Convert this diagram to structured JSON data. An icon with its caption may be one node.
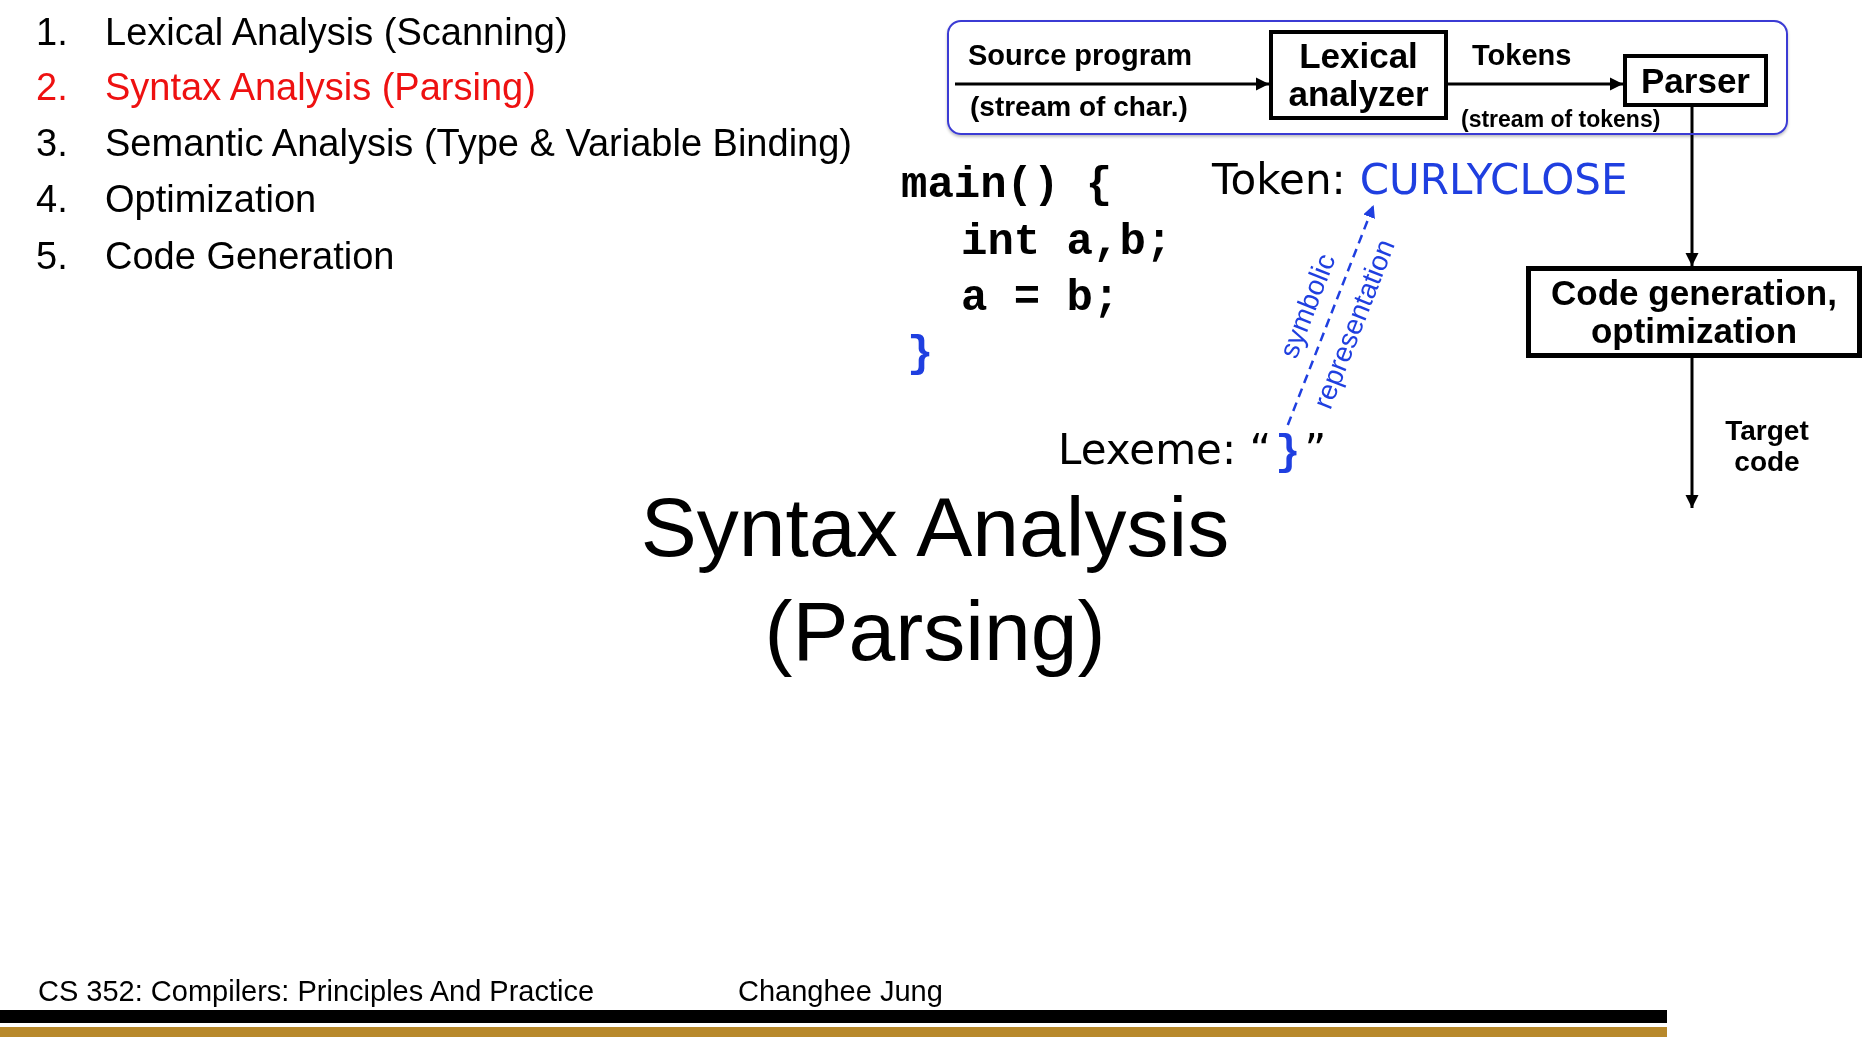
{
  "diagram": {
    "title": "Syntax Analysis (Parsing)",
    "nodes": [
      {
        "text": [],
        "shape": "box"
      },
      {
        "text": [
          "Lexical analyzer"
        ],
        "in": 0
      },
      {
        "text": [
          "Parser"
        ],
        "in": 0
      },
      {
        "text": [
          "Token:",
          "CURLYCLOSE"
        ]
      },
      {
        "text": [
          "Code generation, optimization"
        ]
      },
      {
        "text": [
          "Lexeme: “",
          "}",
          "”"
        ]
      }
    ],
    "edges": [
      {
        "from": null,
        "to": 1,
        "arrow": "to",
        "label": "Source program"
      },
      {
        "from": 1,
        "to": 2,
        "arrow": "to",
        "label": "Tokens"
      },
      {
        "from": 2,
        "to": 4,
        "arrow": "to"
      },
      {
        "from": 4,
        "to": null,
        "arrow": "to",
        "label": "Target code"
      },
      {
        "from": 5,
        "to": 3,
        "arrow": "to",
        "label": "symbolic representation",
        "style": "dashed",
        "color": "#1f3fe0"
      }
    ],
    "labels": [
      "1.",
      "Lexical Analysis (Scanning)",
      "2.",
      "Syntax Analysis (Parsing)",
      "3.",
      "Semantic Analysis (Type & Variable Binding)",
      "4.",
      "Optimization",
      "5.",
      "Code Generation",
      "(stream of char.)",
      "(stream of tokens)",
      "main() {",
      "int a,b;",
      "a = b;",
      "}",
      "CS 352: Compilers: Principles And Practice",
      "Changhee Jung"
    ]
  }
}
